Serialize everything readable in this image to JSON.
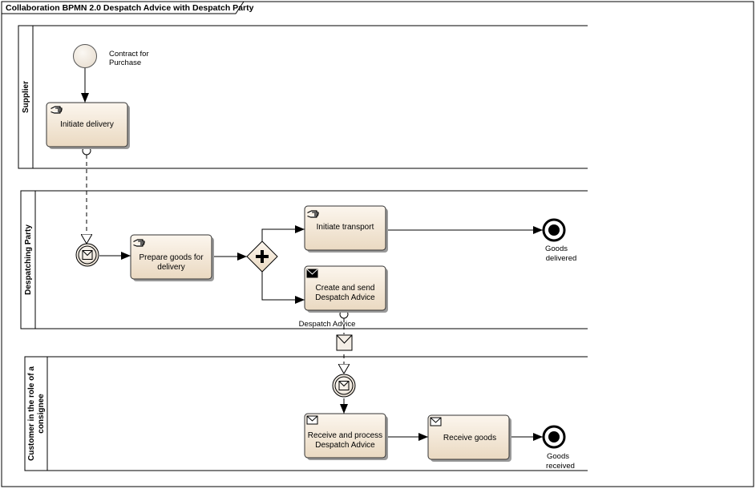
{
  "frame": {
    "title": "Collaboration BPMN 2.0 Despatch Advice with Despatch Party"
  },
  "lanes": {
    "supplier": "Supplier",
    "despatching_party": "Despatching Party",
    "customer": [
      "Customer in the role of a",
      "consignee"
    ]
  },
  "events": {
    "contract": [
      "Contract for",
      "Purchase"
    ],
    "goods_delivered": [
      "Goods",
      "delivered"
    ],
    "goods_received": [
      "Goods",
      "received"
    ]
  },
  "tasks": {
    "initiate_delivery": [
      "Initiate delivery"
    ],
    "prepare_goods": [
      "Prepare goods for",
      "delivery"
    ],
    "initiate_transport": [
      "Initiate transport"
    ],
    "create_send": [
      "Create and send",
      "Despatch Advice"
    ],
    "receive_process": [
      "Receive and process",
      "Despatch Advice"
    ],
    "receive_goods": [
      "Receive goods"
    ]
  },
  "messages": {
    "despatch_advice": "Despatch Advice"
  },
  "icons": {
    "manual_task": "hand-icon",
    "send_task": "filled-envelope-icon",
    "receive_task": "envelope-icon",
    "message_event": "envelope-icon",
    "parallel_gateway": "plus-icon"
  },
  "colors": {
    "task_fill_top": "#fcf6ee",
    "task_fill_bottom": "#ead9c1",
    "event_fill": "#f3ece3",
    "line": "#000000"
  }
}
